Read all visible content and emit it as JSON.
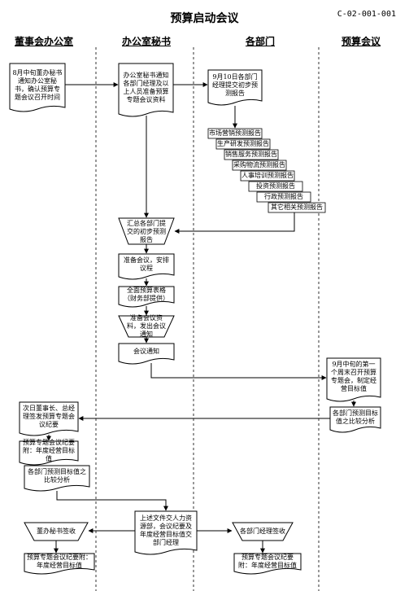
{
  "header": {
    "title": "预算启动会议",
    "code": "C-02-001-001"
  },
  "lanes": [
    "董事会办公室",
    "办公室秘书",
    "各部门",
    "预算会议"
  ],
  "nodes": {
    "n1": "8月中旬董办秘书通知办公室秘书，确认预算专题会议召开时间",
    "n2": "办公室秘书通知各部门经理及以上人员准备预算专题会议资料",
    "n3": "9月10日各部门经理提交初步预测报告",
    "n4": "汇总各部门提交的初步预测报告",
    "n5": "准备会议，安排议程",
    "n6": "全面预算表格（财务部提供）",
    "n7": "准备会议资料，发出会议通知",
    "n8": "会议通知",
    "n9": "9月中旬的第一个周末召开预算专题会，制定经营目标值",
    "n10": "各部门预测目标值之比较分析",
    "n11": "次日董事长、总经理签发预算专题会议纪要",
    "n12": "预算专题会议纪要附：年度经营目标值",
    "n13": "各部门预测目标值之比较分析",
    "n14": "上述文件交人力资源部，会议纪要及年度经营目标值交部门经理",
    "n15": "董办秘书签收",
    "n16": "各部门经理签收",
    "n17": "预算专题会议纪要附：年度经营目标值",
    "n18": "预算专题会议纪要附：年度经营目标值"
  },
  "reports": [
    "市场营销预测报告",
    "生产研发预测报告",
    "销售服务预测报告",
    "采购物流预测报告",
    "人事培训预测报告",
    "投资预测报告",
    "行政预测报告",
    "其它相关预测报告"
  ]
}
